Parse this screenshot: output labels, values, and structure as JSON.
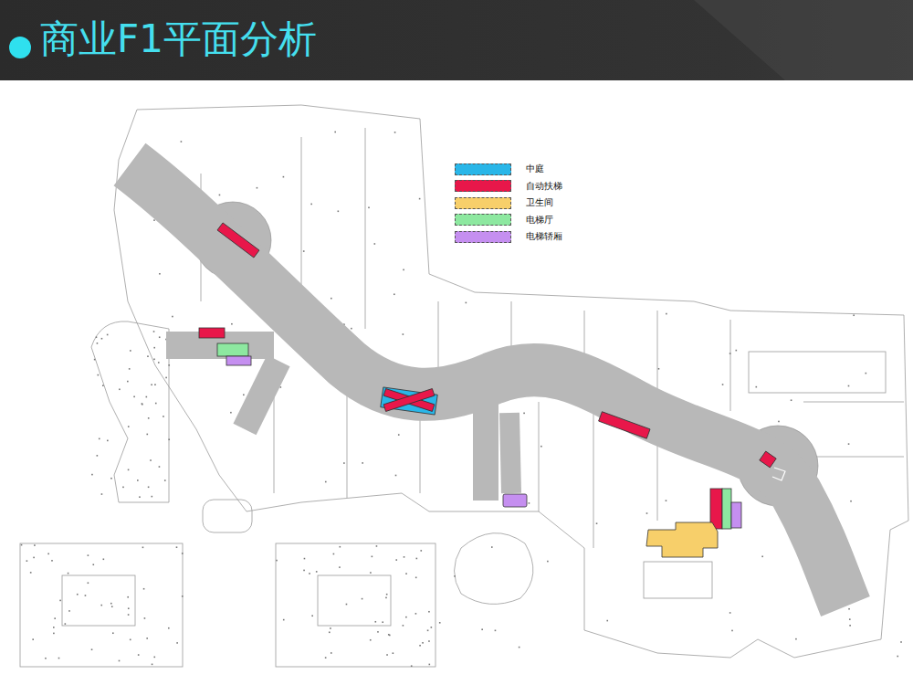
{
  "diagram": {
    "title": "商业F1平面分析",
    "legend": [
      {
        "text": "中庭",
        "color": "#29b6e8"
      },
      {
        "text": "自动扶梯",
        "color": "#e8174a"
      },
      {
        "text": "卫生间",
        "color": "#f7cf6a"
      },
      {
        "text": "电梯厅",
        "color": "#8de8a0"
      },
      {
        "text": "电梯轿厢",
        "color": "#c58ff0"
      }
    ]
  }
}
